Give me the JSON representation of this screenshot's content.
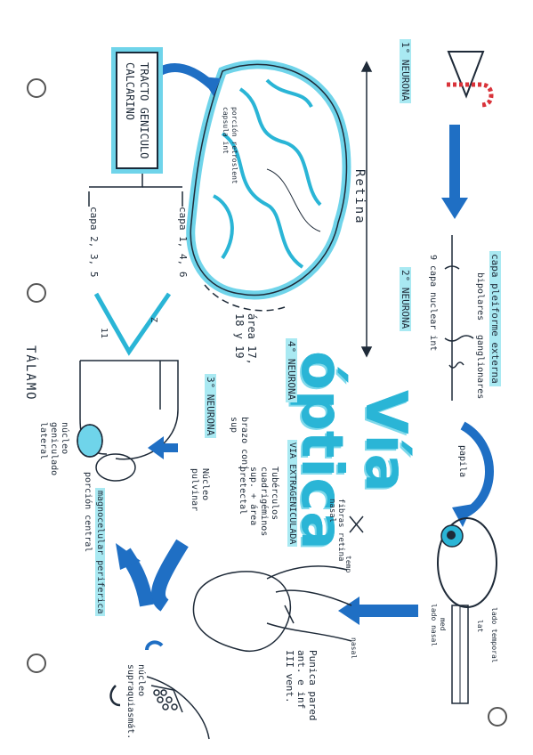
{
  "title": {
    "line1": "Vía",
    "line2": "óptica"
  },
  "tracto": {
    "line1": "TRACTO GENICULO",
    "line2": "CALCARINO"
  },
  "neuronas": {
    "n1": "1° NEURONA",
    "n2": "2° NEURONA",
    "n3": "3° NEURONA",
    "n4": "4° NEURONA"
  },
  "retina": "Retina",
  "retina_layers": {
    "capa_pleiforme": "capa pleiforme externa",
    "bipolares": "bipolares",
    "ganglionares": "ganglionares",
    "nuclear": "9 capa nuclear int"
  },
  "papila": "papila",
  "fibras": {
    "line1": "fibras retina",
    "line2": "nasal"
  },
  "via_extra": "VIA EXTRAGENICULADA",
  "tuberculos": {
    "line1": "Tubérculos",
    "line2": "cuadrigéminos",
    "line3": "sup. + área",
    "line4": "pretectal"
  },
  "nucleo_pulvinar": {
    "line1": "Núcleo",
    "line2": "pulvinar"
  },
  "brazo": {
    "line1": "brazo conj",
    "line2": "sup"
  },
  "porcion_retro": {
    "line1": "porción retroslent",
    "line2": "capsula int"
  },
  "area": {
    "line1": "área 17,",
    "line2": "18 y 19"
  },
  "capas": {
    "c146": "capa 1, 4, 6",
    "c235": "capa 2, 3, 5"
  },
  "talamo": "TÁLAMO",
  "geniculado": {
    "line1": "núcleo",
    "line2": "geniculado",
    "line3": "lateral"
  },
  "magnocelular": "magnocelular periferica",
  "porcion_central": "porción central",
  "nucleo_supra": {
    "line1": "núcleo",
    "line2": "supraquiasmát."
  },
  "tercer_par": {
    "line1": "Punica pared",
    "line2": "ant. e inf",
    "line3": "III vent."
  },
  "eye": {
    "temporal": "lado temporal",
    "lat": "lat",
    "med": "med",
    "nasal": "lado nasal"
  },
  "temp": "temp",
  "nasal_small": "nasal",
  "marks": {
    "eleven": "11",
    "z": "Z"
  },
  "colors": {
    "ink": "#1e2a38",
    "cyan": "#2ab5d6",
    "light": "#a9e9f2",
    "blue": "#1f6fc4",
    "red": "#d9333a"
  }
}
